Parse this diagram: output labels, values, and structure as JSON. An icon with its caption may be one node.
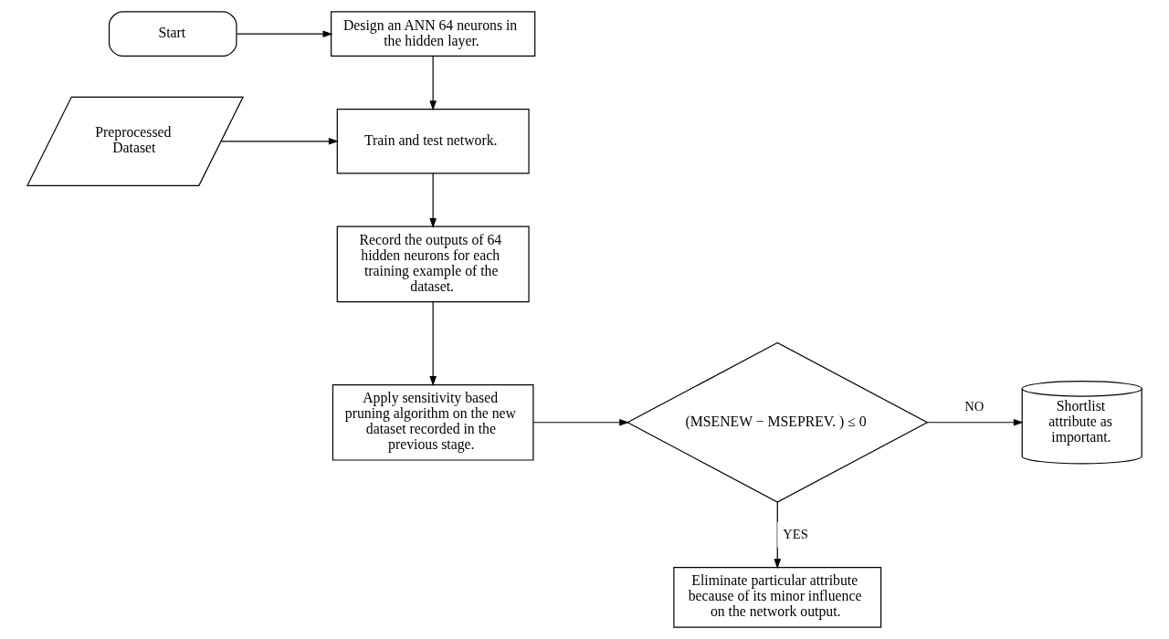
{
  "diagram": {
    "nodes": [
      {
        "text": [
          "Start"
        ]
      },
      {
        "text": [
          "Design an ANN 64 neurons in the hidden layer."
        ]
      },
      {
        "text": [
          "Preprocessed Dataset"
        ]
      },
      {
        "text": [
          "Train and test network."
        ]
      },
      {
        "text": [
          "Record the outputs of 64 hidden neurons for each training example of the dataset."
        ]
      },
      {
        "text": [
          "Apply sensitivity based pruning algorithm on the new dataset recorded in the previous stage."
        ]
      },
      {
        "text": [
          "(MSENEW − MSEPREV. ) ≤ 0"
        ]
      },
      {
        "text": [
          "Shortlist attribute as important."
        ]
      },
      {
        "text": [
          "Eliminate particular attribute because of its minor influence on the network output."
        ]
      }
    ],
    "edges": [
      {
        "from": 0,
        "to": 1,
        "arrow": "to"
      },
      {
        "from": 1,
        "to": 3,
        "arrow": "to"
      },
      {
        "from": 2,
        "to": 3,
        "arrow": "to"
      },
      {
        "from": 3,
        "to": 4,
        "arrow": "to"
      },
      {
        "from": 4,
        "to": 5,
        "arrow": "to"
      },
      {
        "from": 5,
        "to": 6,
        "arrow": "to"
      },
      {
        "from": 6,
        "to": 7,
        "arrow": "to",
        "label": "NO"
      },
      {
        "from": 6,
        "to": 8,
        "arrow": "to",
        "label": "YES"
      }
    ]
  }
}
